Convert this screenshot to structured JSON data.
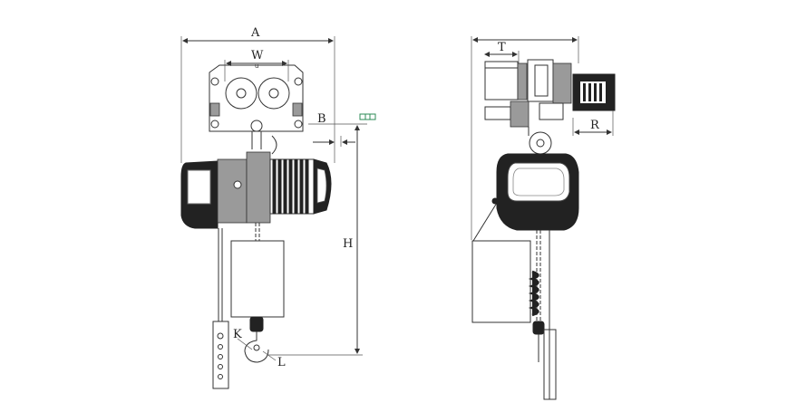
{
  "diagram": {
    "labels": {
      "A": "A",
      "W": "W",
      "B": "B",
      "H": "H",
      "K": "K",
      "L": "L",
      "T": "T",
      "R": "R"
    },
    "colors": {
      "line": "#333333",
      "body_dark": "#222222",
      "accent_marker": "#2e8b57"
    }
  }
}
